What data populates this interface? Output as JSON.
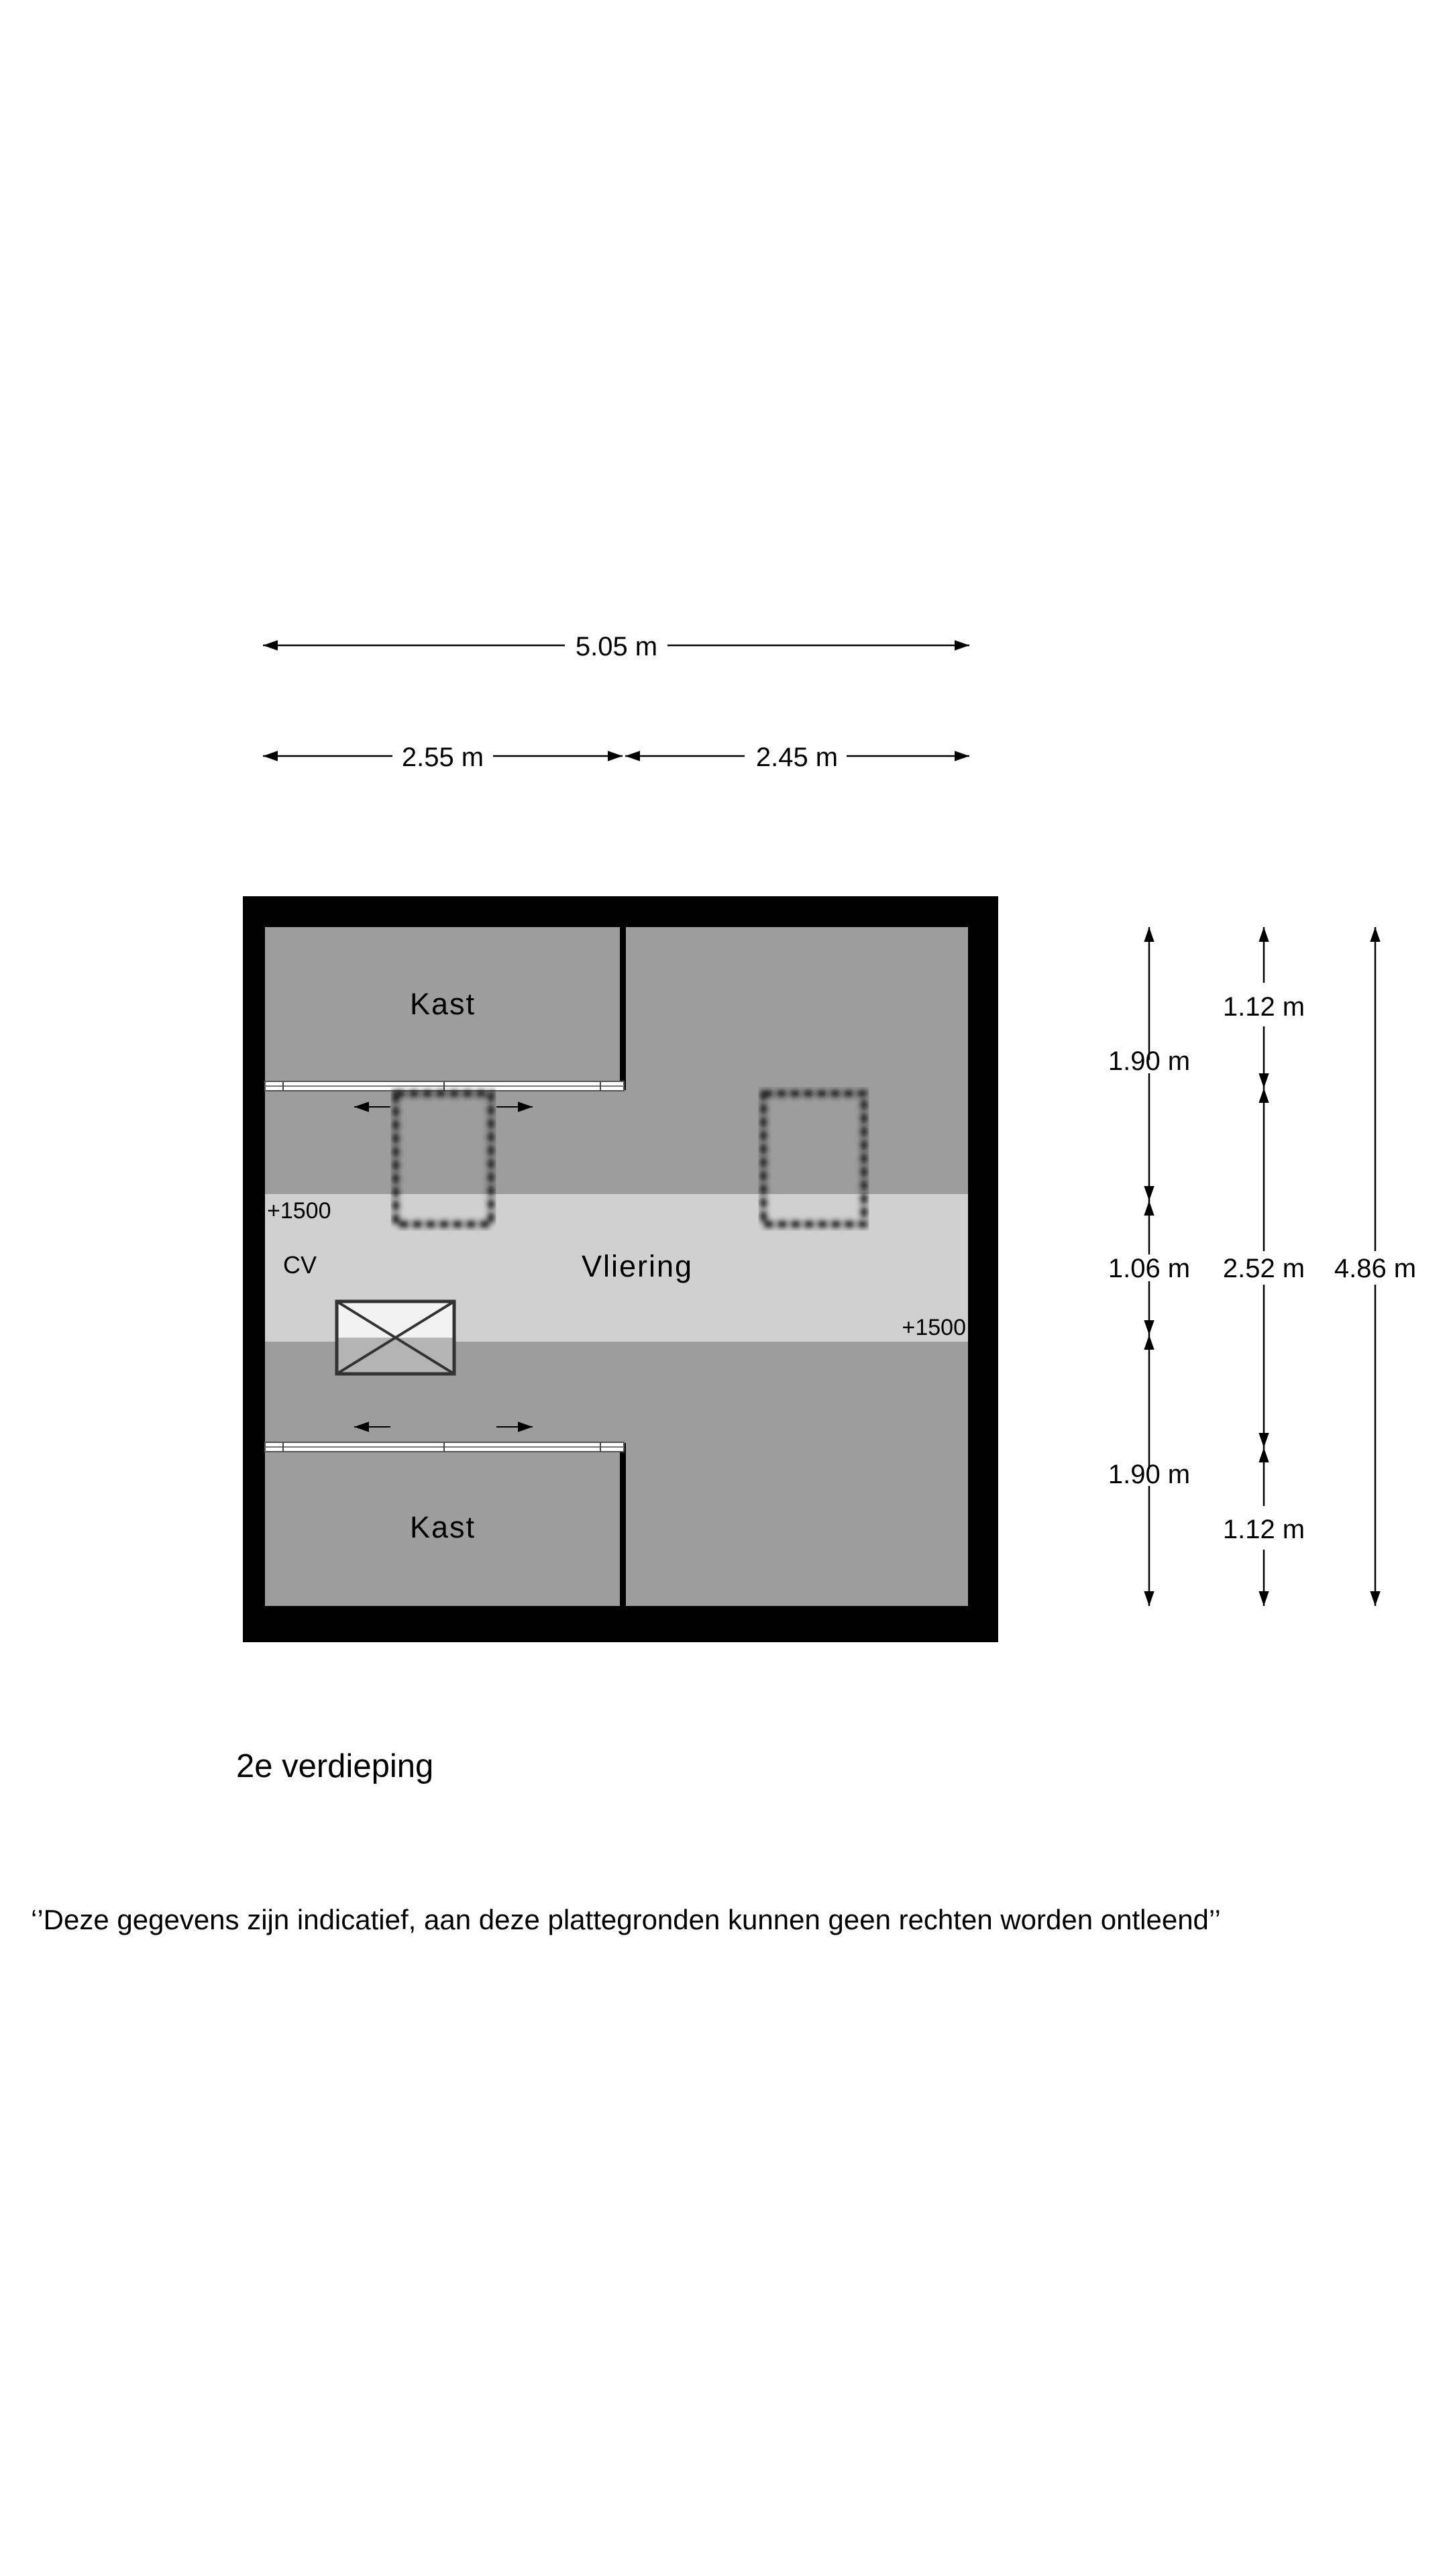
{
  "plan": {
    "floor_name": "2e verdieping",
    "disclaimer": "‘’Deze gegevens zijn indicatief, aan deze plattegronden kunnen geen rechten worden ontleend’’",
    "rooms": {
      "top_closet": "Kast",
      "bottom_closet": "Kast",
      "attic": "Vliering",
      "boiler": "CV"
    },
    "height_marks": {
      "left": "+1500",
      "right": "+1500"
    },
    "dimensions": {
      "width_total": "5.05 m",
      "width_left": "2.55 m",
      "width_right": "2.45 m",
      "col1_top": "1.90 m",
      "col1_mid": "1.06 m",
      "col1_bottom": "1.90 m",
      "col2_top": "1.12 m",
      "col2_mid": "2.52 m",
      "col2_bottom": "1.12 m",
      "col3_total": "4.86 m"
    }
  }
}
